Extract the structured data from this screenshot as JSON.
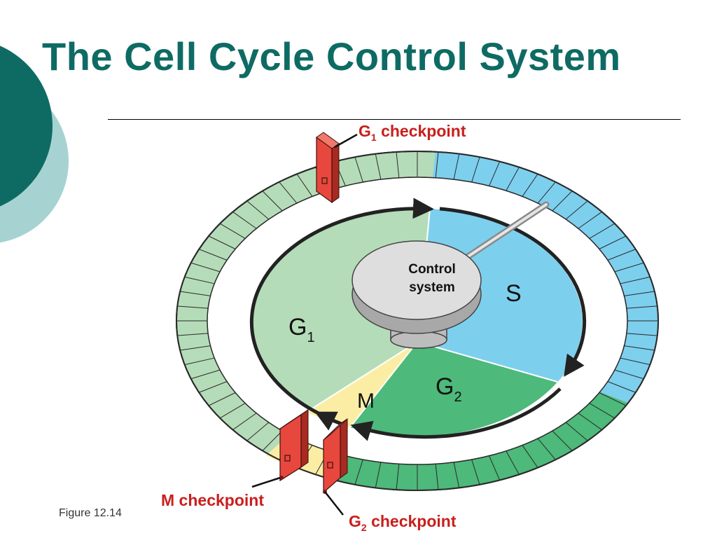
{
  "slide": {
    "title": "The Cell Cycle Control System",
    "figure_label": "Figure 12.14"
  },
  "diagram": {
    "control_system": {
      "line1": "Control",
      "line2": "system"
    },
    "phases": [
      {
        "letter": "G",
        "subscript": "1",
        "color": "#b5dcb8"
      },
      {
        "letter": "S",
        "subscript": "",
        "color": "#7dcfee"
      },
      {
        "letter": "G",
        "subscript": "2",
        "color": "#4db97a"
      },
      {
        "letter": "M",
        "subscript": "",
        "color": "#fbeea4"
      }
    ],
    "checkpoints": [
      {
        "letter": "G",
        "subscript": "1",
        "suffix": " checkpoint"
      },
      {
        "letter": "M",
        "subscript": "",
        "suffix": " checkpoint"
      },
      {
        "letter": "G",
        "subscript": "2",
        "suffix": " checkpoint"
      }
    ]
  },
  "colors": {
    "title": "#0e6b64",
    "checkpoint_text": "#c8201d",
    "checkpoint_gate": "#e8473d",
    "ring_green": "#b5dcb8",
    "ring_blue": "#7dcfee",
    "ring_dark_green": "#4db97a",
    "ring_yellow": "#fbeea4"
  }
}
